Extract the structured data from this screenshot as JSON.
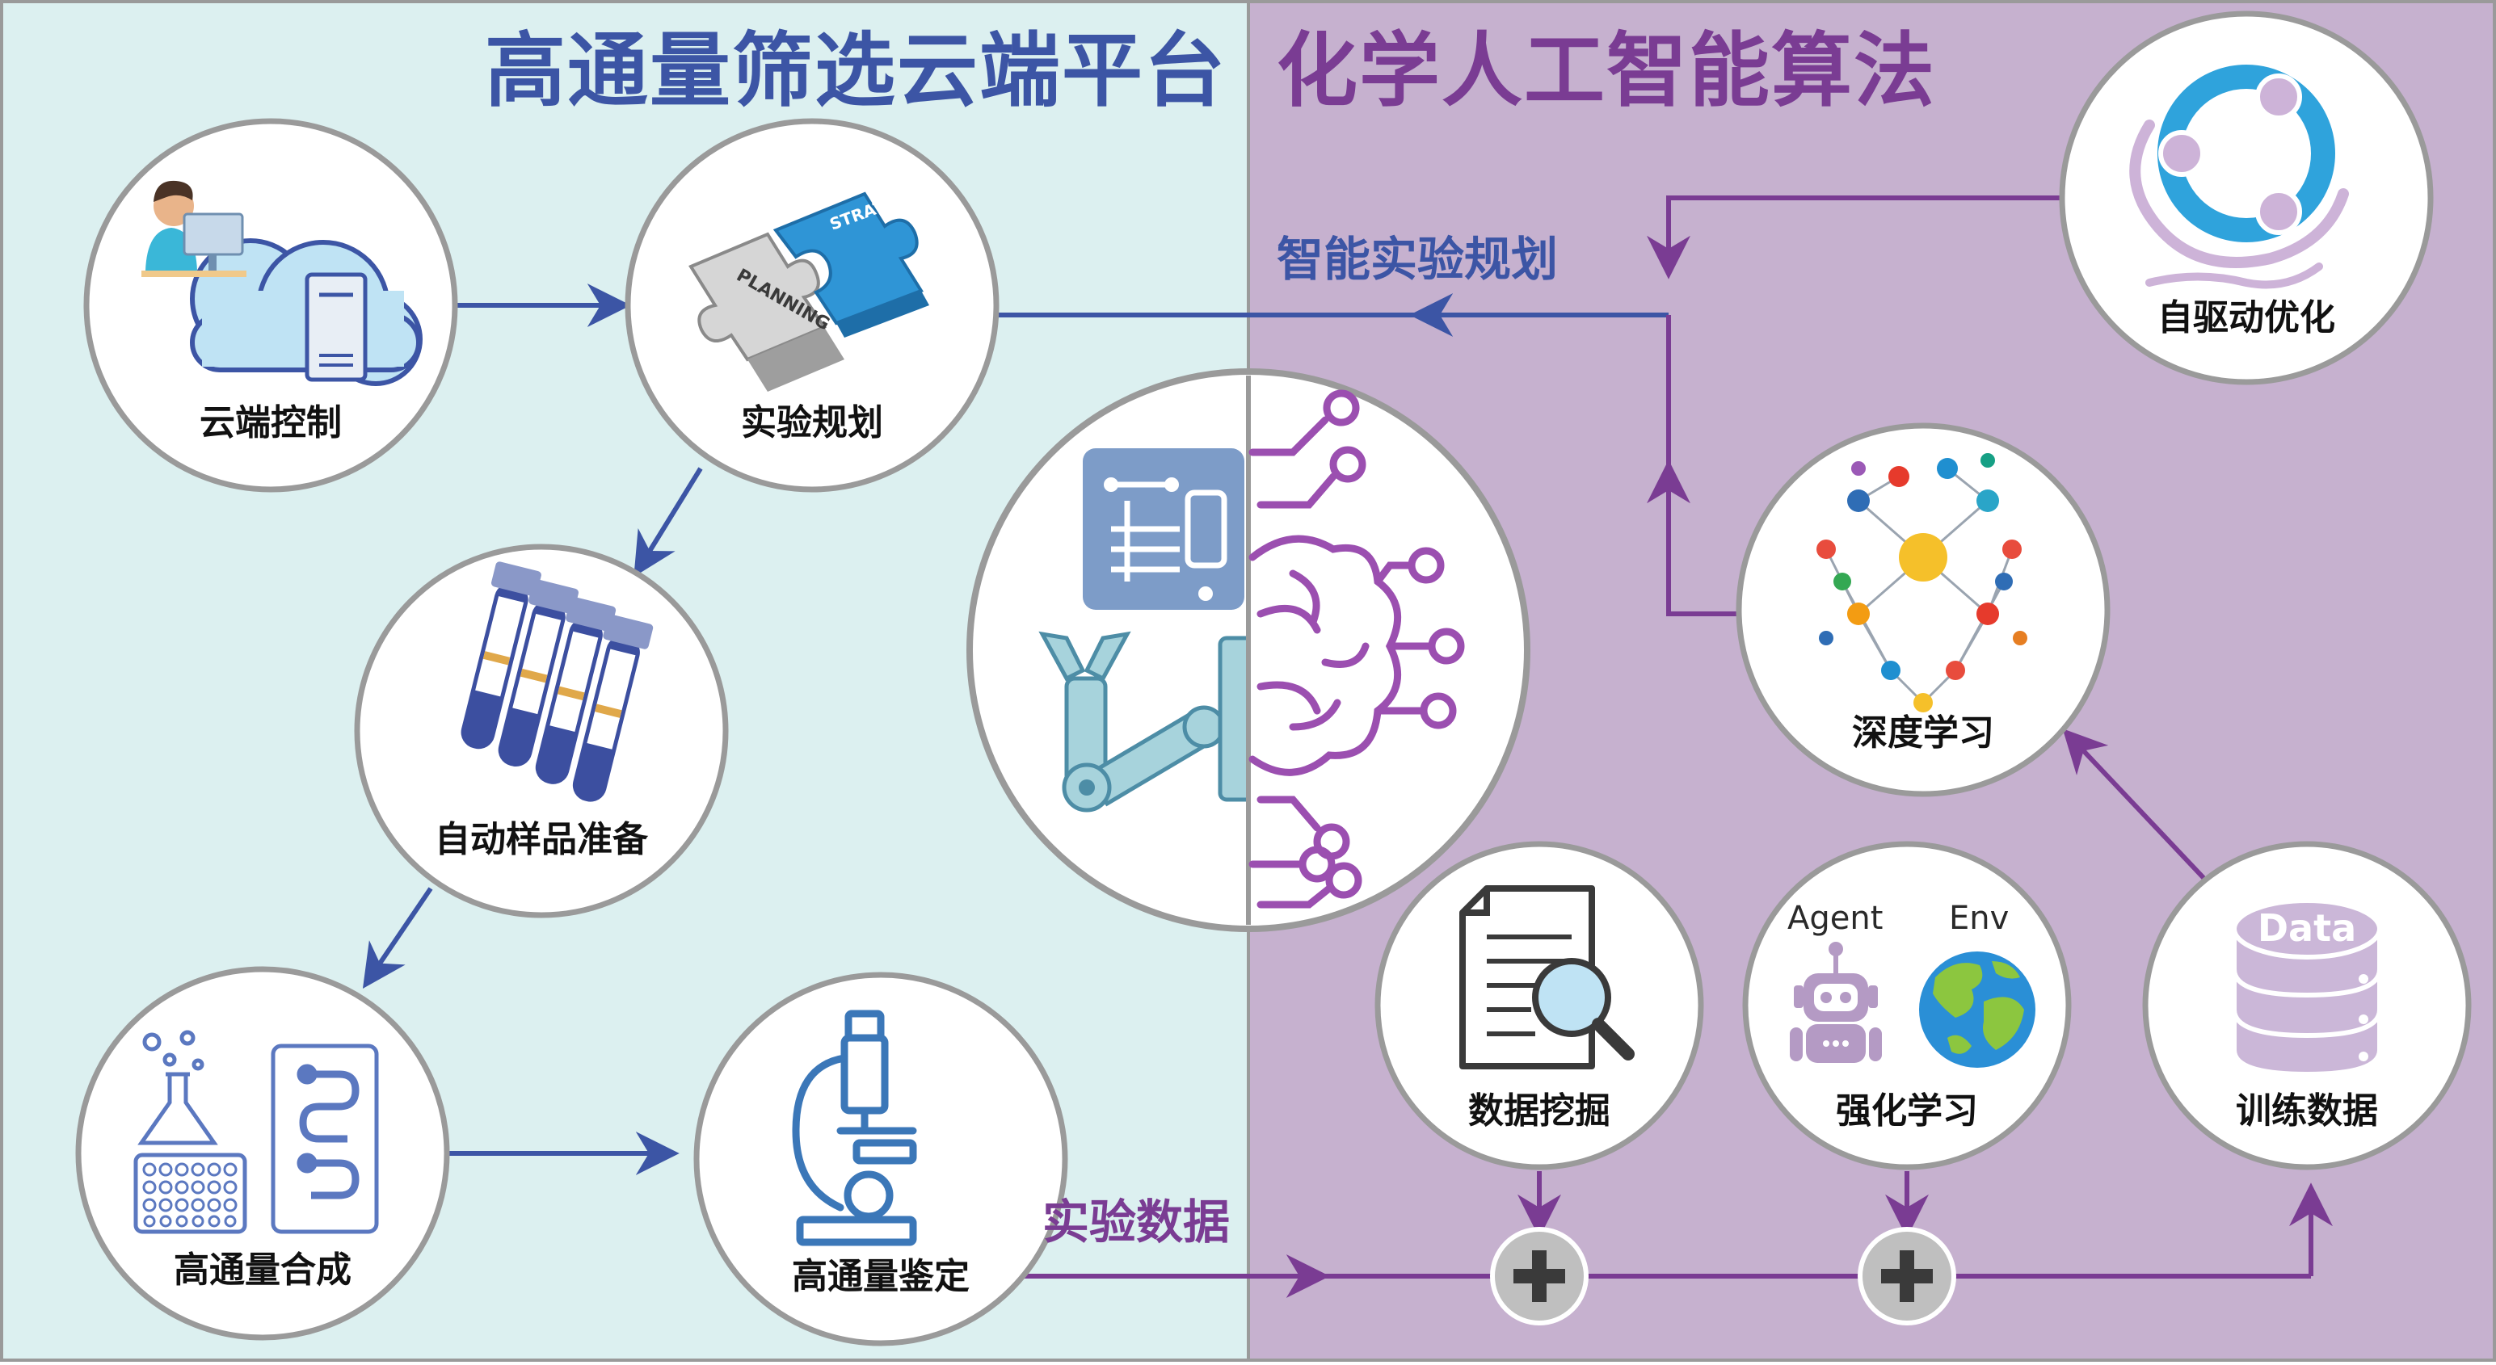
{
  "titles": {
    "platform": "高通量筛选云端平台",
    "algorithm": "化学人工智能算法"
  },
  "flow_labels": {
    "smart_planning": "智能实验规划",
    "experiment_data": "实验数据"
  },
  "nodes": {
    "cloud_control": "云端控制",
    "experiment_planning": "实验规划",
    "auto_sample_prep": "自动样品准备",
    "ht_synthesis": "高通量合成",
    "ht_identification": "高通量鉴定",
    "self_driven_optimization": "自驱动优化",
    "deep_learning": "深度学习",
    "data_mining": "数据挖掘",
    "reinforcement_learning": "强化学习",
    "training_data": "训练数据"
  },
  "icon_text": {
    "planning": "PLANNING",
    "strategy": "STRATEGY",
    "agent": "Agent",
    "env": "Env",
    "data": "Data"
  },
  "colors": {
    "left_panel": "#dcf0f0",
    "right_panel": "#c6b1cf",
    "blue_arrow": "#3c55a5",
    "purple_arrow": "#7a3c93"
  }
}
